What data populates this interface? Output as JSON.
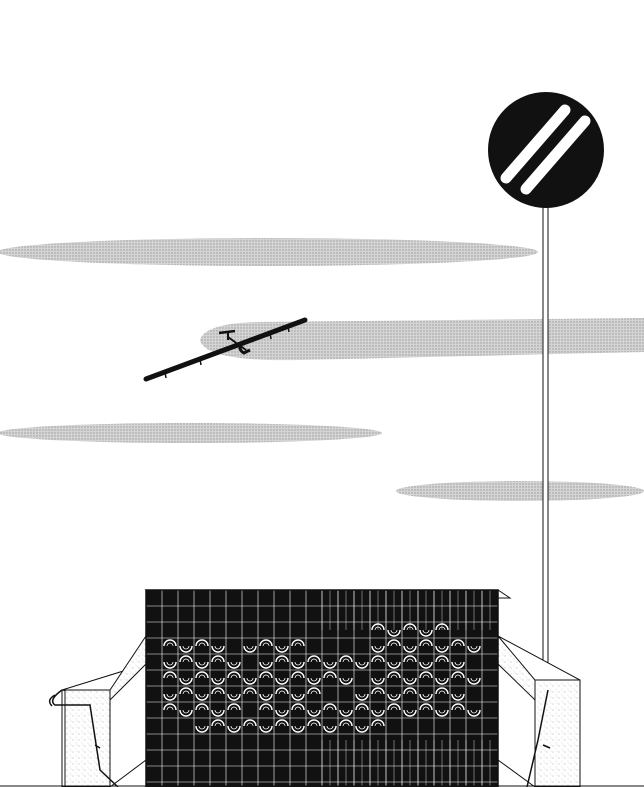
{
  "scene": {
    "background_color": "#ffffff",
    "cloud_color": "#c8c8c8",
    "ink_color": "#111111",
    "objects": [
      "clouds",
      "solar-aircraft",
      "no-entry-style-sign-on-pole",
      "tiled-bench",
      "side-rails"
    ]
  }
}
